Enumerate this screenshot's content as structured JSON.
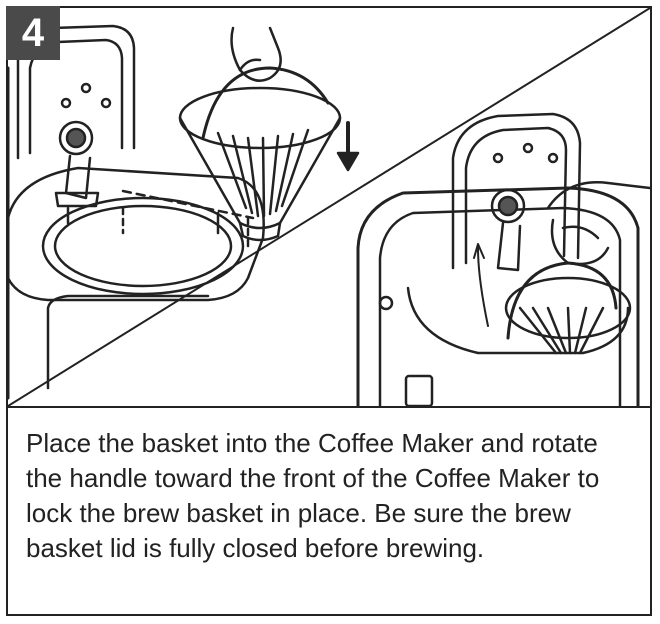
{
  "step": {
    "number": "4"
  },
  "illustrations": {
    "left_panel": {
      "icon": "place-basket-illustration"
    },
    "right_panel": {
      "icon": "rotate-handle-lock-illustration"
    },
    "arrow": {
      "icon": "down-arrow-icon"
    }
  },
  "instruction": {
    "text": "Place the basket into the Coffee Maker and rotate the handle toward the front of the Coffee Maker to lock the brew basket in place. Be sure the brew basket lid is fully closed before brewing."
  }
}
